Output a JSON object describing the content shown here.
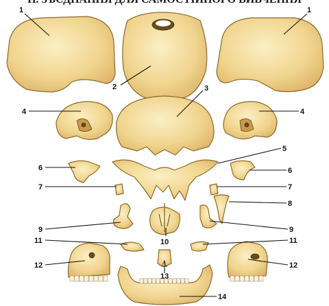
{
  "header_text": "Н. ЗЪЄДНАННЯ ДЛЯ САМОСТІЙНОГО ВИВЧЕННЯ",
  "labels": {
    "l1_left": "1",
    "l1_right": "1",
    "l2": "2",
    "l3": "3",
    "l4_left": "4",
    "l4_right": "4",
    "l5": "5",
    "l6_left": "6",
    "l6_right": "6",
    "l7_left": "7",
    "l7_right": "7",
    "l8": "8",
    "l9_left": "9",
    "l9_right": "9",
    "l10": "10",
    "l11_left": "11",
    "l11_right": "11",
    "l12_left": "12",
    "l12_right": "12",
    "l13": "13",
    "l14": "14"
  },
  "colors": {
    "bone_light": "#f6e2a6",
    "bone_mid": "#ecc97a",
    "bone_shadow": "#c99a4e",
    "outline": "#8a6a2c",
    "label": "#111111"
  }
}
